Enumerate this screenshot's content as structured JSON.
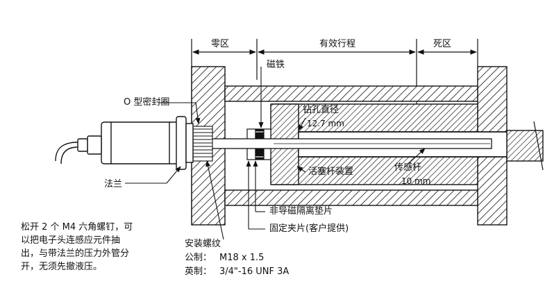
{
  "dimensions": {
    "zero_zone": "零区",
    "effective_stroke": "有效行程",
    "dead_zone": "死区"
  },
  "callouts": {
    "magnet": "磁铁",
    "o_ring": "O 型密封圈",
    "bore_diameter": "钻孔直径",
    "bore_value": "12.7 mm",
    "flange": "法兰",
    "piston_rod_assembly": "活塞杆装置",
    "sensor_rod": "传感杆",
    "sensor_rod_value": "10 mm",
    "nonmagnetic_spacer": "非导磁隔离垫片",
    "retaining_clip": "固定夹片(客户提供)"
  },
  "thread": {
    "title": "安装螺纹",
    "metric_label": "公制：",
    "metric_value": "M18 x 1.5",
    "imperial_label": "英制：",
    "imperial_value": "3/4\"-16 UNF 3A"
  },
  "note": "松开 2 个 M4 六角螺钉，可\n以把电子头连感应元件抽\n出，与带法兰的压力外管分\n开，无须先撤液压。"
}
